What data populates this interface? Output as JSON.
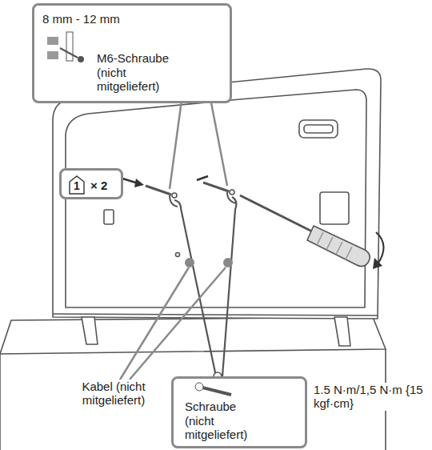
{
  "diagram": {
    "nodes": [
      {
        "text": [
          "8 mm - 12 mm",
          "M6-Schraube (nicht mitgeliefert)"
        ]
      },
      {
        "text": [
          "1",
          "× 2"
        ]
      },
      {
        "text": [
          "Schraube (nicht mitgeliefert)"
        ]
      }
    ],
    "labels": [
      "Kabel (nicht mitgeliefert)",
      "1.5 N·m/1,5 N·m {15 kgf·cm}"
    ]
  }
}
